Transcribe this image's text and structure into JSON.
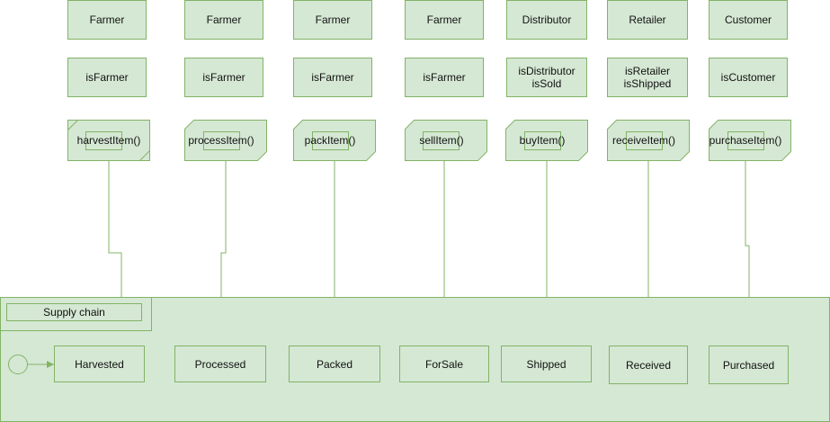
{
  "colors": {
    "fill": "#d5e8d4",
    "stroke": "#82b366",
    "connector": "#82b366",
    "text": "#111111"
  },
  "actors": [
    {
      "label": "Farmer"
    },
    {
      "label": "Farmer"
    },
    {
      "label": "Farmer"
    },
    {
      "label": "Farmer"
    },
    {
      "label": "Distributor"
    },
    {
      "label": "Retailer"
    },
    {
      "label": "Customer"
    }
  ],
  "roles": [
    {
      "label": "isFarmer"
    },
    {
      "label": "isFarmer"
    },
    {
      "label": "isFarmer"
    },
    {
      "label": "isFarmer"
    },
    {
      "label": "isDistributor\nisSold"
    },
    {
      "label": "isRetailer\nisShipped"
    },
    {
      "label": "isCustomer"
    }
  ],
  "functions": [
    {
      "label": "harvestItem()"
    },
    {
      "label": "processItem()"
    },
    {
      "label": "packItem()"
    },
    {
      "label": "sellItem()"
    },
    {
      "label": "buyItem()"
    },
    {
      "label": "receiveItem()"
    },
    {
      "label": "purchaseItem()"
    }
  ],
  "supply_chain": {
    "title": "Supply chain",
    "states": [
      {
        "label": "Harvested"
      },
      {
        "label": "Processed"
      },
      {
        "label": "Packed"
      },
      {
        "label": "ForSale"
      },
      {
        "label": "Shipped"
      },
      {
        "label": "Received"
      },
      {
        "label": "Purchased"
      }
    ]
  }
}
